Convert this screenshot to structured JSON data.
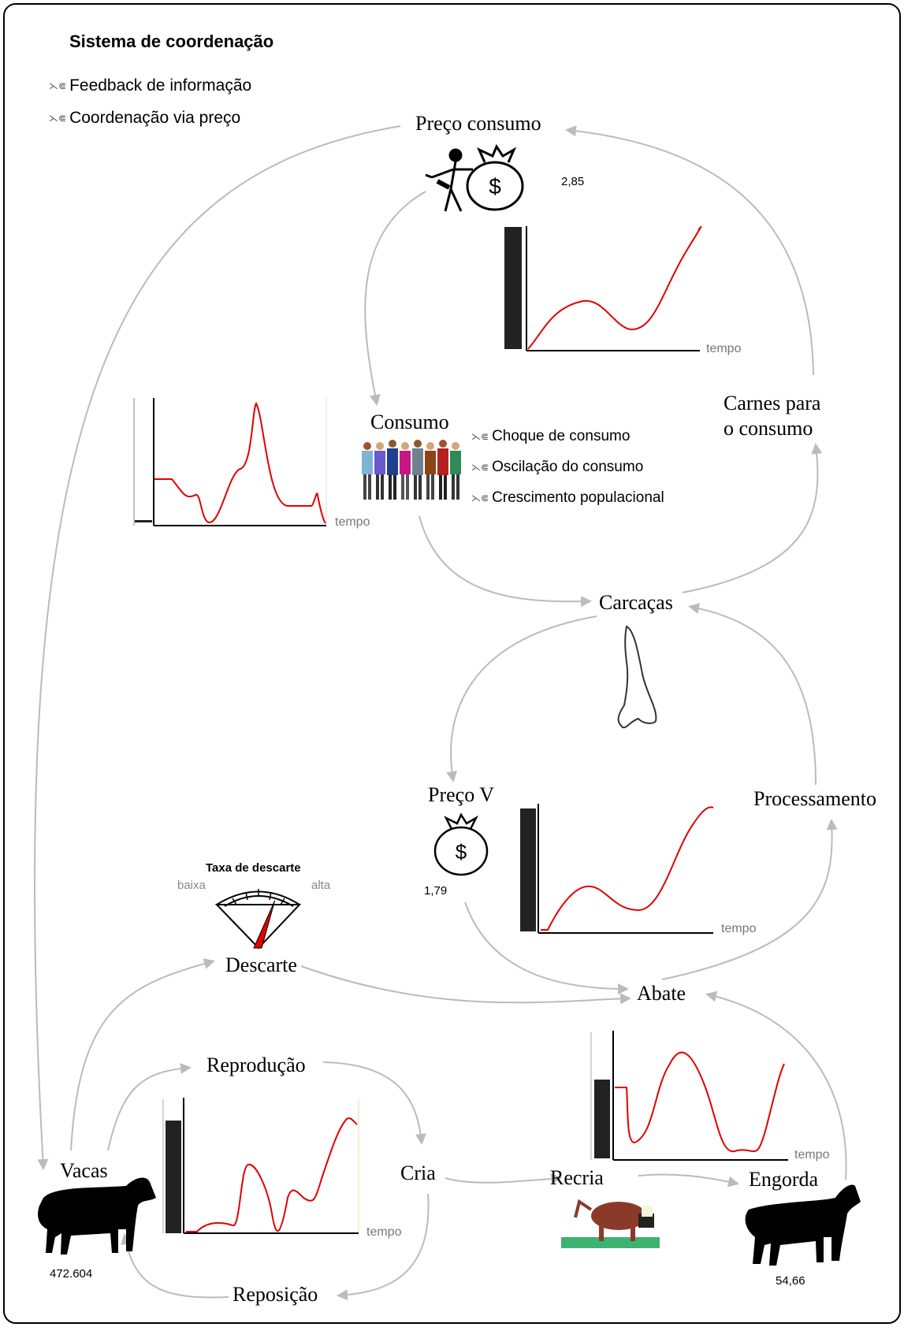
{
  "header": {
    "title": "Sistema de coordenação",
    "bullets": [
      "Feedback de informação",
      "Coordenação via preço"
    ]
  },
  "nodes": {
    "preco_consumo": "Preço consumo",
    "consumo": "Consumo",
    "carnes_l1": "Carnes para",
    "carnes_l2": "o consumo",
    "carcacas": "Carcaças",
    "preco_v": "Preço V",
    "processamento": "Processamento",
    "descarte": "Descarte",
    "abate": "Abate",
    "reproducao": "Reprodução",
    "vacas": "Vacas",
    "cria": "Cria",
    "recria": "Recria",
    "engorda": "Engorda",
    "reposicao": "Reposição"
  },
  "consumo_bullets": [
    "Choque de consumo",
    "Oscilação do consumo",
    "Crescimento populacional"
  ],
  "values": {
    "preco_consumo": "2,85",
    "preco_v": "1,79",
    "vacas": "472.604",
    "engorda": "54,66"
  },
  "gauge": {
    "title": "Taxa de descarte",
    "low": "baixa",
    "high": "alta",
    "needle_level": 0.72
  },
  "graph_axis_label": "tempo",
  "colors": {
    "curve": "#e00000",
    "arrow": "#bbbbbb",
    "bar": "#222222"
  },
  "icons": [
    "person-with-money-bag-icon",
    "crowd-icon",
    "carcass-icon",
    "money-bag-icon",
    "gauge-icon",
    "cow-icon",
    "calf-icon",
    "steer-icon"
  ]
}
